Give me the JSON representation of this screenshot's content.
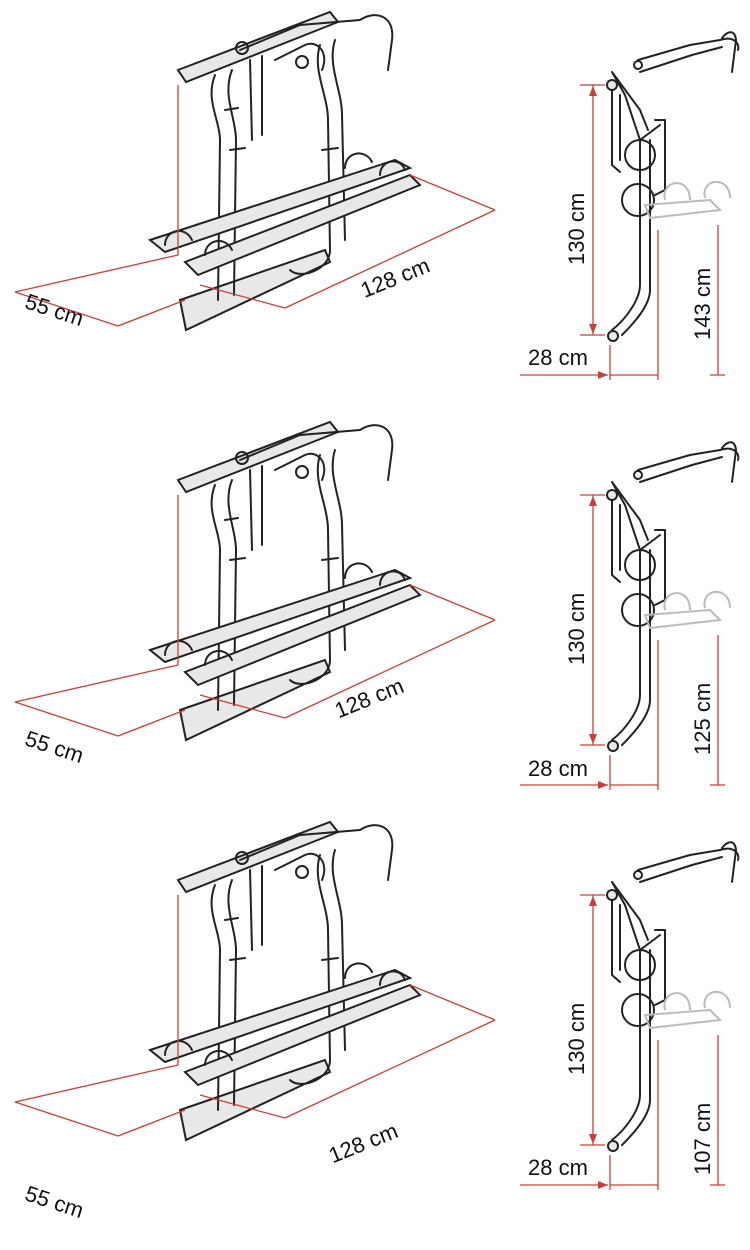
{
  "rows": [
    {
      "depth": "55 cm",
      "width": "128 cm",
      "height_rack": "130 cm",
      "offset": "28 cm",
      "height_rail": "143 cm"
    },
    {
      "depth": "55 cm",
      "width": "128 cm",
      "height_rack": "130 cm",
      "offset": "28 cm",
      "height_rail": "125 cm"
    },
    {
      "depth": "55 cm",
      "width": "128 cm",
      "height_rack": "130 cm",
      "offset": "28 cm",
      "height_rail": "107 cm"
    }
  ],
  "colors": {
    "dimension": "#c8403a",
    "line": "#222222"
  }
}
